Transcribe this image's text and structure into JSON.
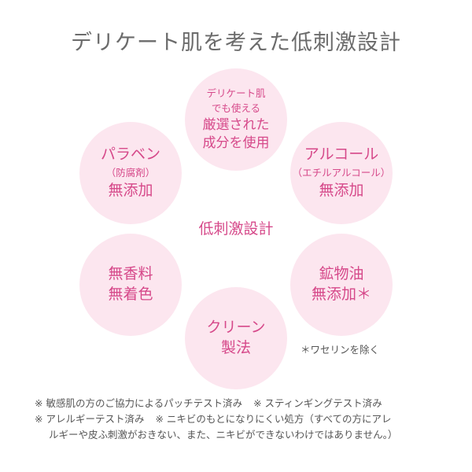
{
  "title": "デリケート肌を考えた低刺激設計",
  "center_label": "低刺激設計",
  "colors": {
    "title": "#6b6b6b",
    "accent_pink": "#d6498a",
    "circle_fill": "#fce6ef",
    "footnote_text": "#555555",
    "background": "#ffffff"
  },
  "circles": {
    "top": {
      "line1": "デリケート肌",
      "line2": "でも使える",
      "line3": "厳選された",
      "line4": "成分を使用"
    },
    "upper_left": {
      "line1": "パラベン",
      "paren": "（防腐剤）",
      "line2": "無添加"
    },
    "upper_right": {
      "line1": "アルコール",
      "paren": "（エチルアルコール）",
      "line2": "無添加"
    },
    "lower_left": {
      "line1": "無香料",
      "line2": "無着色"
    },
    "lower_right": {
      "line1": "鉱物油",
      "line2": "無添加＊"
    },
    "bottom": {
      "line1": "クリーン",
      "line2": "製法"
    }
  },
  "mineral_oil_note": "＊ワセリンを除く",
  "footnotes": {
    "line1_a": "※ 敏感肌の方のご協力によるパッチテスト済み",
    "line1_b": "※ スティンギングテスト済み",
    "line2_a": "※ アレルギーテスト済み",
    "line2_b": "※ ニキビのもとになりにくい処方（すべての方にアレ",
    "line3": "ルギーや皮ふ刺激がおきない、また、ニキビができないわけではありません。）"
  }
}
